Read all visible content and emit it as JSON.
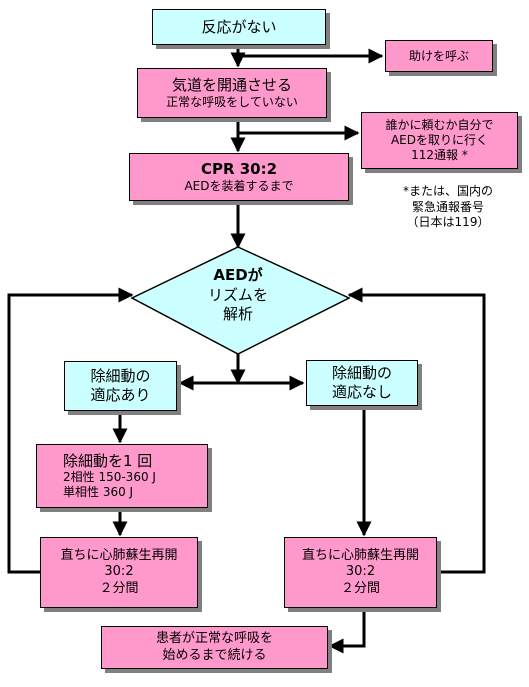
{
  "nodes": {
    "no_response": "反応がない",
    "call_help": "助けを呼ぶ",
    "open_airway_title": "気道を開通させる",
    "open_airway_sub": "正常な呼吸をしていない",
    "call_112_line1": "誰かに頼むか自分で",
    "call_112_line2": "AEDを取りに行く",
    "call_112_line3": "112通報 *",
    "cpr_title": "CPR 30:2",
    "cpr_sub": "AEDを装着するまで",
    "aed_line1": "AEDが",
    "aed_line2": "リズムを",
    "aed_line3": "解析",
    "shock_adv_line1": "除細動の",
    "shock_adv_line2": "適応あり",
    "no_shock_line1": "除細動の",
    "no_shock_line2": "適応なし",
    "one_shock_title": "除細動を1 回",
    "one_shock_biphasic": "2相性 150-360 J",
    "one_shock_mono": "単相性 360 J",
    "resume_left_line1": "直ちに心肺蘇生再開",
    "resume_left_line2": "30:2",
    "resume_left_line3": "２分間",
    "resume_right_line1": "直ちに心肺蘇生再開",
    "resume_right_line2": "30:2",
    "resume_right_line3": "２分間",
    "continue_line1": "患者が正常な呼吸を",
    "continue_line2": "始めるまで続ける"
  },
  "note": {
    "line1": "*または、国内の",
    "line2": "緊急通報番号",
    "line3": "（日本は119）"
  },
  "colors": {
    "cyan": "#ccffff",
    "pink": "#ff99cc",
    "line": "#000000"
  }
}
